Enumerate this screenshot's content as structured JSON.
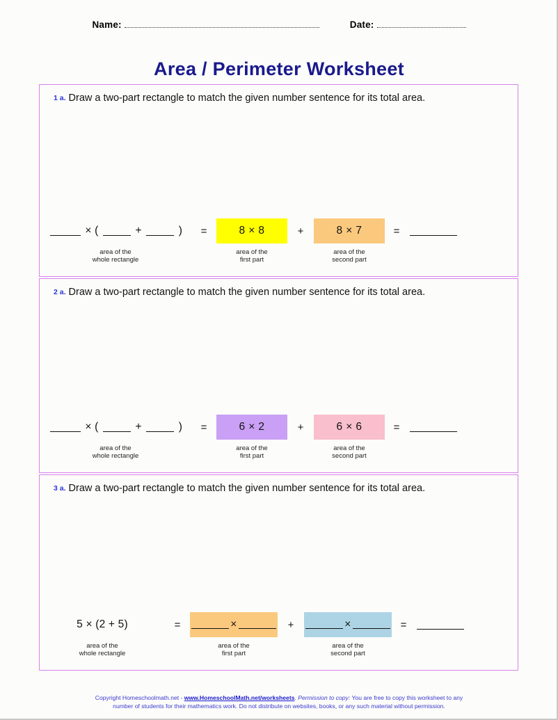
{
  "header": {
    "name_label": "Name:",
    "date_label": "Date:"
  },
  "title": "Area / Perimeter Worksheet",
  "problems": [
    {
      "number": "1 a.",
      "instruction": "Draw a two-part rectangle to match the given number sentence for its total area.",
      "left_expr_type": "blanks",
      "left_expr": "_____ × ( _____ + _____ )",
      "left_caption_line1": "area of the",
      "left_caption_line2": "whole rectangle",
      "equals": "=",
      "plus": "+",
      "equals2": "=",
      "first_box": {
        "text": "8 × 8",
        "color": "#FFFF00",
        "width": 102,
        "caption_line1": "area of the",
        "caption_line2": "first part"
      },
      "second_box": {
        "text": "8 × 7",
        "color": "#FAC97D",
        "width": 102,
        "caption_line1": "area of the",
        "caption_line2": "second part"
      },
      "answer_blank": "________"
    },
    {
      "number": "2 a.",
      "instruction": "Draw a two-part rectangle to match the given number sentence for its total area.",
      "left_expr_type": "blanks",
      "left_expr": "_____ × ( _____ + _____ )",
      "left_caption_line1": "area of the",
      "left_caption_line2": "whole rectangle",
      "equals": "=",
      "plus": "+",
      "equals2": "=",
      "first_box": {
        "text": "6 × 2",
        "color": "#C9A0F5",
        "width": 102,
        "caption_line1": "area of the",
        "caption_line2": "first part"
      },
      "second_box": {
        "text": "6 × 6",
        "color": "#F9BFCC",
        "width": 102,
        "caption_line1": "area of the",
        "caption_line2": "second part"
      },
      "answer_blank": "________"
    },
    {
      "number": "3 a.",
      "instruction": "Draw a two-part rectangle to match the given number sentence for its total area.",
      "left_expr_type": "given",
      "left_expr": "5 × (2 + 5)",
      "left_caption_line1": "area of the",
      "left_caption_line2": "whole rectangle",
      "equals": "=",
      "plus": "+",
      "equals2": "=",
      "first_box": {
        "text": "______ × ______",
        "color": "#FAC97D",
        "width": 126,
        "caption_line1": "area of the",
        "caption_line2": "first part"
      },
      "second_box": {
        "text": "______ × ______",
        "color": "#ADD4E4",
        "width": 126,
        "caption_line1": "area of the",
        "caption_line2": "second part"
      },
      "answer_blank": "_________"
    }
  ],
  "footer": {
    "line1_pre": "Copyright Homeschoolmath.net - ",
    "url": "www.HomeschoolMath.net/worksheets",
    "line1_mid": ".  ",
    "permission_label": "Permission to copy:",
    "line1_post": " You are free to copy this worksheet to any",
    "line2": "number of students for their mathematics work. Do not distribute on websites, books, or any such material without permission."
  }
}
